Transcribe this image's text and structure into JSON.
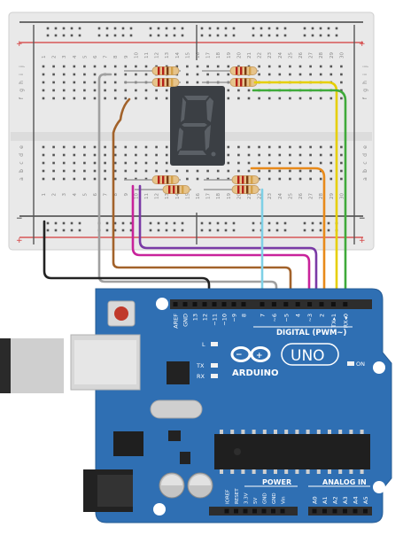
{
  "breadboard": {
    "rail_plus": "+",
    "rail_minus": "−",
    "column_numbers": [
      "1",
      "2",
      "3",
      "4",
      "5",
      "6",
      "7",
      "8",
      "9",
      "10",
      "11",
      "12",
      "13",
      "14",
      "15",
      "16",
      "17",
      "18",
      "19",
      "20",
      "21",
      "22",
      "23",
      "24",
      "25",
      "26",
      "27",
      "28",
      "29",
      "30"
    ],
    "rows_top": [
      "j",
      "i",
      "h",
      "g",
      "f"
    ],
    "rows_bottom": [
      "e",
      "d",
      "c",
      "b",
      "a"
    ]
  },
  "display": {
    "digit": "8"
  },
  "arduino": {
    "brand": "ARDUINO",
    "model": "UNO",
    "digital_label": "DIGITAL (PWM~)",
    "digital_pins": [
      "AREF",
      "GND",
      "13",
      "12",
      "~11",
      "~10",
      "~9",
      "8",
      "7",
      "~6",
      "~5",
      "4",
      "~3",
      "2",
      "TX▸1",
      "RX◂0"
    ],
    "led_labels": [
      "L",
      "TX",
      "RX"
    ],
    "on_label": "ON",
    "power_label": "POWER",
    "power_pins": [
      "IOREF",
      "RESET",
      "3.3V",
      "5V",
      "GND",
      "GND",
      "Vin"
    ],
    "analog_label": "ANALOG IN",
    "analog_pins": [
      "A0",
      "A1",
      "A2",
      "A3",
      "A4",
      "A5"
    ]
  },
  "colors": {
    "board_blue": "#2f6fb3",
    "wire_gray": "#a0a0a0",
    "wire_brown": "#a2622a",
    "wire_magenta": "#c8239b",
    "wire_purple": "#7a3aa6",
    "wire_orange": "#e88a1a",
    "wire_yellow": "#e6cf00",
    "wire_green": "#3faa3a",
    "wire_cyan": "#7fd0e6",
    "wire_black": "#222222"
  }
}
